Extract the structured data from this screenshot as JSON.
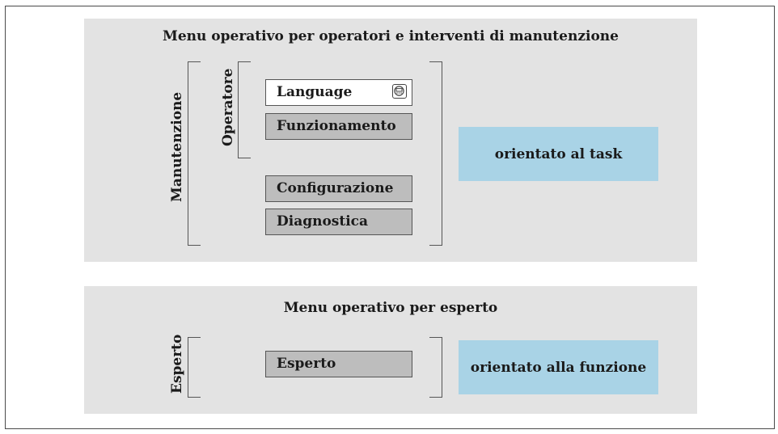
{
  "top_panel": {
    "title": "Menu operativo per operatori e interventi di manutenzione",
    "maintenance_label": "Manutenzione",
    "operator_label": "Operatore",
    "menus": {
      "language": "Language",
      "operation": "Funzionamento",
      "setup": "Configurazione",
      "diagnostics": "Diagnostica"
    },
    "orientation_label": "orientato al task"
  },
  "bottom_panel": {
    "title": "Menu operativo per esperto",
    "expert_label": "Esperto",
    "menus": {
      "expert": "Esperto"
    },
    "orientation_label": "orientato alla funzione"
  },
  "icons": {
    "language_menu_icon": "display-module-icon"
  },
  "colors": {
    "panel_background": "#e3e3e3",
    "menu_box_grey": "#bdbdbd",
    "orientation_box_blue": "#a9d3e6",
    "border": "#555555"
  }
}
